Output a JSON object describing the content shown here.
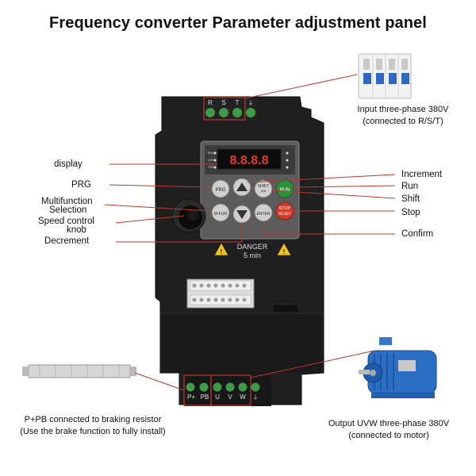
{
  "title": "Frequency converter Parameter adjustment panel",
  "left_labels": {
    "display": "display",
    "prg": "PRG",
    "multifunction_line1": "Multifunction",
    "multifunction_line2": "Selection",
    "speed_line1": "Speed control",
    "speed_line2": "knob",
    "decrement": "Decrement"
  },
  "right_labels": {
    "increment": "Increment",
    "run": "Run",
    "shift": "Shift",
    "stop": "Stop",
    "confirm": "Confirm"
  },
  "input_caption": {
    "line1": "Input three-phase 380V",
    "line2": "(connected to R/S/T)"
  },
  "output_caption": {
    "line1": "Output UVW three-phase 380V",
    "line2": "(connected to motor)"
  },
  "brake_caption": {
    "line1": "P+PB connected to braking resistor",
    "line2": "(Use the brake function to fully install)"
  },
  "panel": {
    "display_text": "8.8.8.8",
    "indicator_left": [
      "RUN",
      "LOC",
      "F/R"
    ],
    "btn_prg": "PRG",
    "btn_shift_line1": "SHIFT",
    "btn_shift_line2": ">>",
    "btn_run": "RUN",
    "btn_mfun": "M-FUN",
    "btn_enter": "ENTER",
    "btn_stop_line1": "STOP",
    "btn_stop_line2": "RESET",
    "danger_line1": "DANGER",
    "danger_line2": "5 min"
  },
  "terminals": {
    "input": [
      "R",
      "S",
      "T"
    ],
    "brake": [
      "P+",
      "PB"
    ],
    "output": [
      "U",
      "V",
      "W"
    ]
  },
  "colors": {
    "body": "#1c1c1c",
    "callout": "#c0392b",
    "terminal_green": "#3f9a4a",
    "run_green": "#2f8f3a",
    "stop_red": "#d23a2a",
    "motor_blue": "#2b6fc4"
  }
}
